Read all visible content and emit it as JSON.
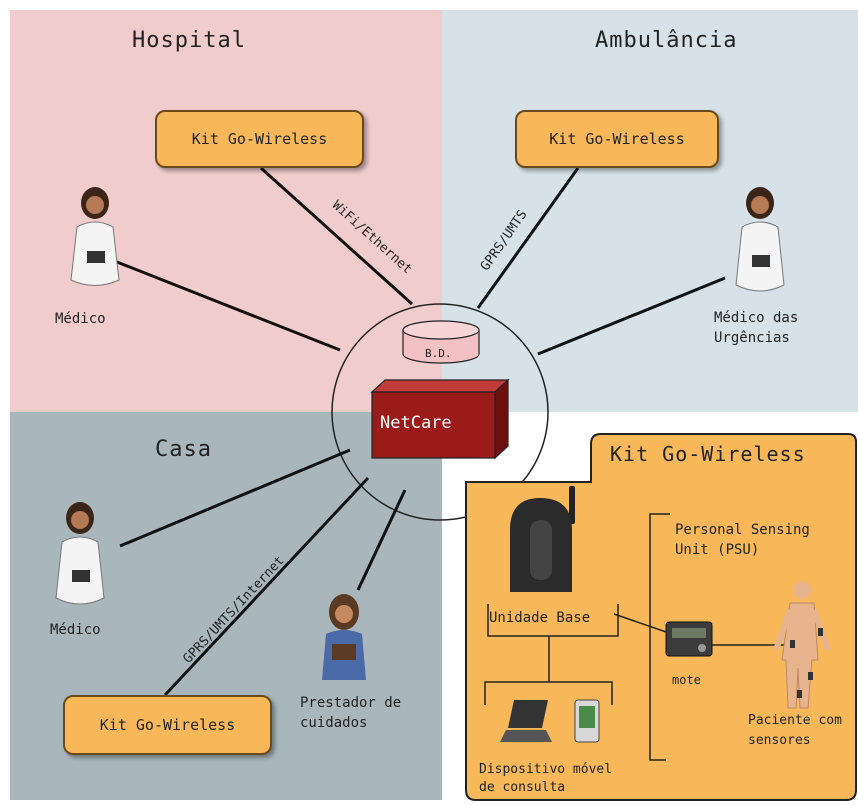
{
  "quadrants": {
    "hospital": "Hospital",
    "ambulance": "Ambulância",
    "home": "Casa"
  },
  "kits": {
    "hospital": "Kit Go-Wireless",
    "ambulance": "Kit Go-Wireless",
    "home": "Kit Go-Wireless"
  },
  "links": {
    "hospital": "WiFi/Ethernet",
    "ambulance": "GPRS/UMTS",
    "home": "GPRS/UMTS/Internet"
  },
  "people": {
    "hospital_doctor": "Médico",
    "ambulance_doctor_line1": "Médico das",
    "ambulance_doctor_line2": "Urgências",
    "home_doctor": "Médico",
    "caregiver_line1": "Prestador de",
    "caregiver_line2": "cuidados"
  },
  "center": {
    "database": "B.D.",
    "server": "NetCare"
  },
  "kit_panel": {
    "title": "Kit Go-Wireless",
    "base_unit": "Unidade Base",
    "psu_line1": "Personal Sensing",
    "psu_line2": "Unit (PSU)",
    "mote": "mote",
    "patient_line1": "Paciente com",
    "patient_line2": "sensores",
    "device_line1": "Dispositivo móvel",
    "device_line2": "de consulta"
  },
  "colors": {
    "hospital_bg": "#f0cccd",
    "ambulance_bg": "#d6e2e8",
    "home_bg": "#a9b7bd",
    "kit_orange": "#f8b85a",
    "netcare_red": "#9b1b1b"
  }
}
